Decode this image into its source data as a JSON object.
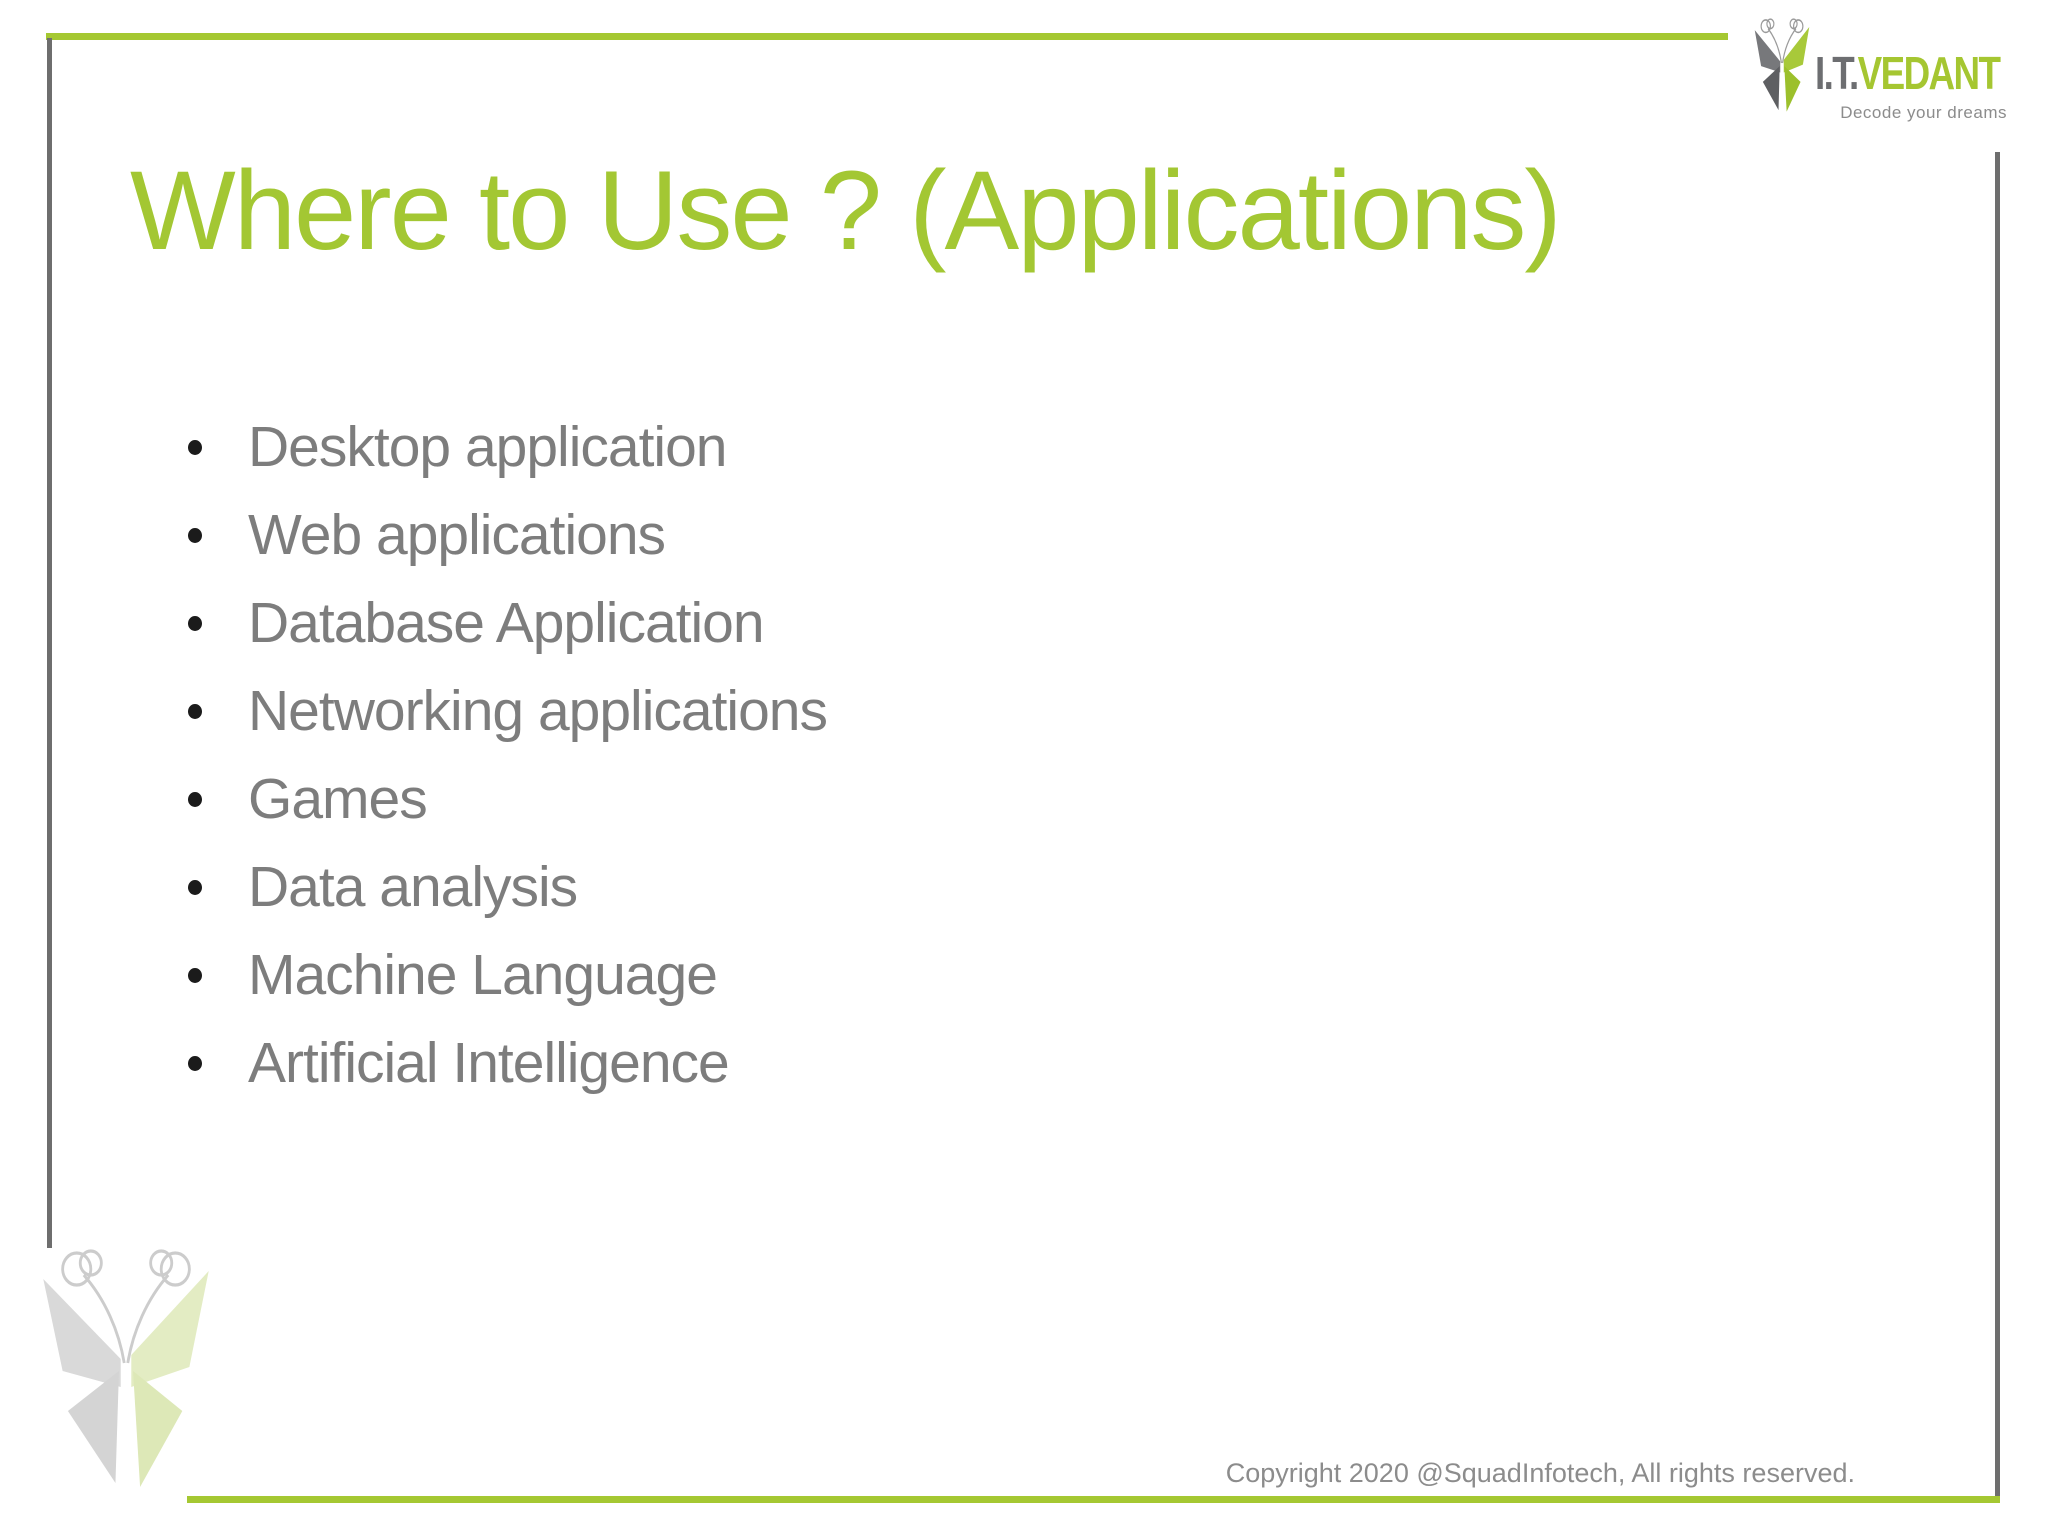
{
  "slide": {
    "title": "Where to Use ? (Applications)",
    "bullets": [
      "Desktop application",
      "Web applications",
      "Database Application",
      "Networking applications",
      "Games",
      "Data analysis",
      "Machine Language",
      "Artificial Intelligence"
    ],
    "copyright": "Copyright 2020 @SquadInfotech, All rights reserved."
  },
  "logo": {
    "brand_prefix": "I.T.",
    "brand_name": "VEDANT",
    "tagline": "Decode your dreams"
  },
  "icons": {
    "logo_butterfly": "butterfly-icon",
    "watermark_butterfly": "butterfly-watermark-icon"
  },
  "colors": {
    "accent_green": "#a5c832",
    "title_green": "#a3c733",
    "logo_green": "#a5c631",
    "logo_gray": "#6d6e71",
    "bullet_text_gray": "#7d7d7d",
    "bullet_dot_black": "#1b1b1b",
    "border_gray": "#6e6e6e",
    "copyright_gray": "#8c8c8c",
    "watermark_gray": "#d9d9d9",
    "watermark_green": "#e3ecc3"
  }
}
